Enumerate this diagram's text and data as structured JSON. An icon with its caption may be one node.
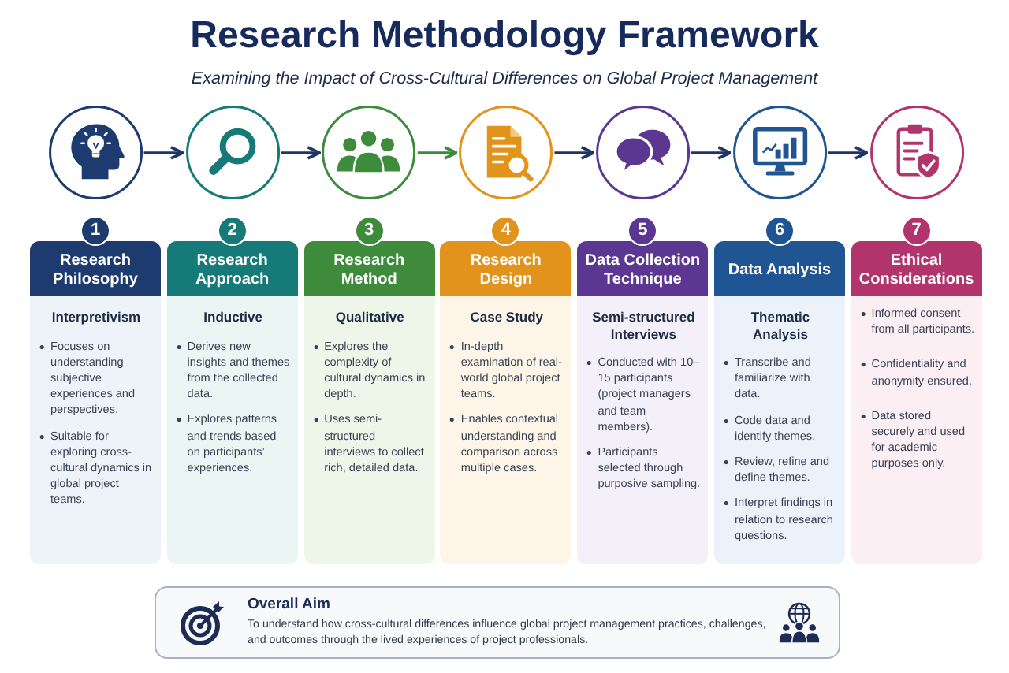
{
  "diagram": {
    "title": "Research Methodology Framework",
    "nodes": [
      {
        "text": [],
        "shape": "circle"
      },
      {
        "text": [],
        "shape": "circle"
      },
      {
        "text": [],
        "shape": "circle"
      },
      {
        "text": [],
        "shape": "circle"
      },
      {
        "text": [],
        "shape": "circle"
      },
      {
        "text": [],
        "shape": "circle"
      },
      {
        "text": [],
        "shape": "circle"
      },
      {
        "text": [
          "1",
          "Research Philosophy",
          "Interpretivism",
          "Focuses on understanding subjective experiences and perspectives.",
          "Suitable for exploring cross-cultural dynamics in global project teams."
        ]
      },
      {
        "text": [
          "2",
          "Research Approach",
          "Inductive",
          "Derives new insights and themes from the collected data.",
          "Explores patterns and trends based on participants’ experiences."
        ]
      },
      {
        "text": [
          "3",
          "Research Method",
          "Qualitative",
          "Explores the complexity of cultural dynamics in depth.",
          "Uses semi-structured interviews to collect rich, detailed data."
        ]
      },
      {
        "text": [
          "4",
          "Research Design",
          "Case Study",
          "In-depth examination of real-world global project teams.",
          "Enables contextual understanding and comparison across multiple cases."
        ]
      },
      {
        "text": [
          "5",
          "Data Collection Technique",
          "Semi-structured Interviews",
          "Conducted with 10–15 participants (project managers and team members).",
          "Participants selected through purposive sampling."
        ]
      },
      {
        "text": [
          "6",
          "Data Analysis",
          "Thematic Analysis",
          "Transcribe and familiarize with data.",
          "Code data and identify themes.",
          "Review, refine and define themes.",
          "Interpret findings in relation to research questions."
        ]
      },
      {
        "text": [
          "7",
          "Ethical Considerations",
          "Informed consent from all participants.",
          "Confidentiality and anonymity ensured.",
          "Data stored securely and used for academic purposes only."
        ]
      },
      {
        "text": [
          "Overall Aim",
          "To understand how cross-cultural differences influence global project management practices, challenges, and outcomes through the lived experiences of project professionals."
        ]
      }
    ],
    "edges": [
      {
        "from": 0,
        "to": 1,
        "arrow": "to"
      },
      {
        "from": 1,
        "to": 2,
        "arrow": "to"
      },
      {
        "from": 2,
        "to": 3,
        "arrow": "to",
        "color": "#3e8b3c"
      },
      {
        "from": 3,
        "to": 4,
        "arrow": "to"
      },
      {
        "from": 4,
        "to": 5,
        "arrow": "to"
      },
      {
        "from": 5,
        "to": 6,
        "arrow": "to"
      }
    ],
    "labels": [
      "Examining the Impact of Cross-Cultural Differences on Global Project Management"
    ]
  }
}
